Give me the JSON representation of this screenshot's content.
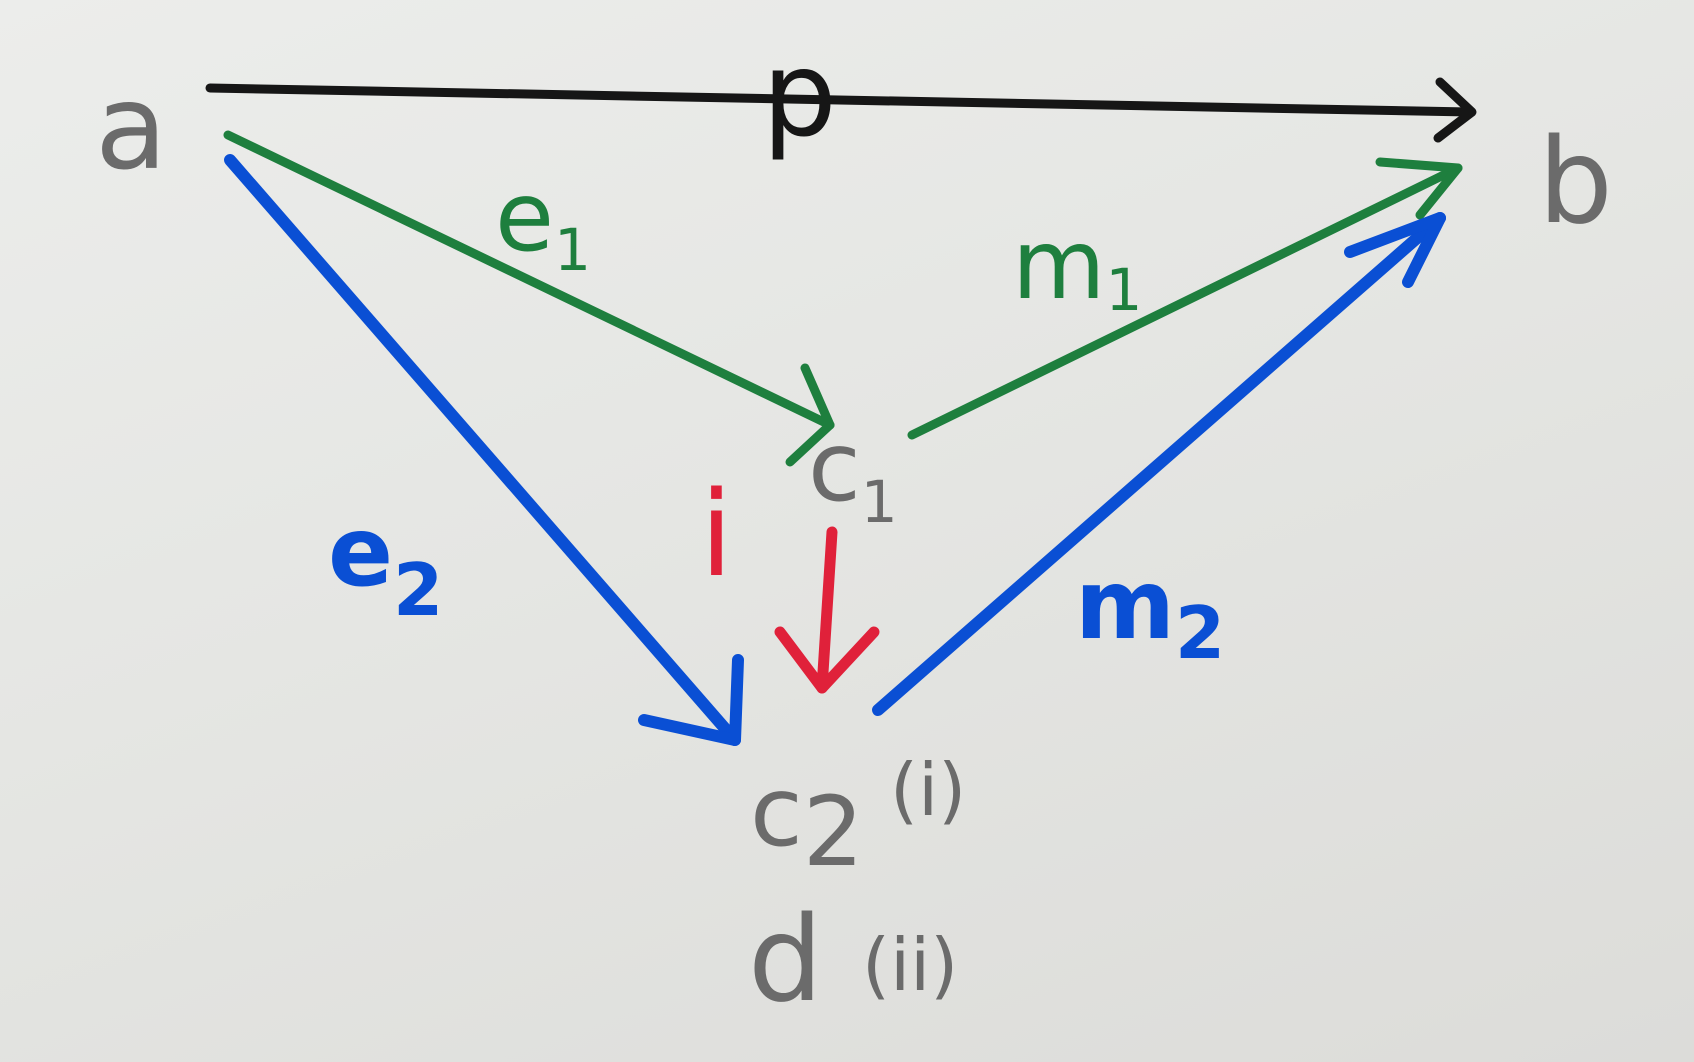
{
  "diagram": {
    "colors": {
      "black": "#161616",
      "green": "#1e7f3e",
      "blue": "#0a4fd4",
      "red": "#e0213a",
      "pencil": "#6b6b6b"
    },
    "nodes": {
      "a": {
        "label": "a"
      },
      "b": {
        "label": "b"
      },
      "c1": {
        "base": "c",
        "sub": "1"
      },
      "c2": {
        "base": "c",
        "sub": "2",
        "note": "(i)"
      },
      "d": {
        "label": "d",
        "note": "(ii)"
      }
    },
    "arrows": {
      "p": {
        "label": "p",
        "from": "a",
        "to": "b",
        "color": "black"
      },
      "e1": {
        "base": "e",
        "sub": "1",
        "from": "a",
        "to": "c1",
        "color": "green"
      },
      "m1": {
        "base": "m",
        "sub": "1",
        "from": "c1",
        "to": "b",
        "color": "green"
      },
      "e2": {
        "base": "e",
        "sub": "2",
        "from": "a",
        "to": "c2",
        "color": "blue"
      },
      "m2": {
        "base": "m",
        "sub": "2",
        "from": "c2",
        "to": "b",
        "color": "blue"
      },
      "i": {
        "label": "i",
        "from": "c1",
        "to": "c2",
        "color": "red"
      }
    }
  }
}
